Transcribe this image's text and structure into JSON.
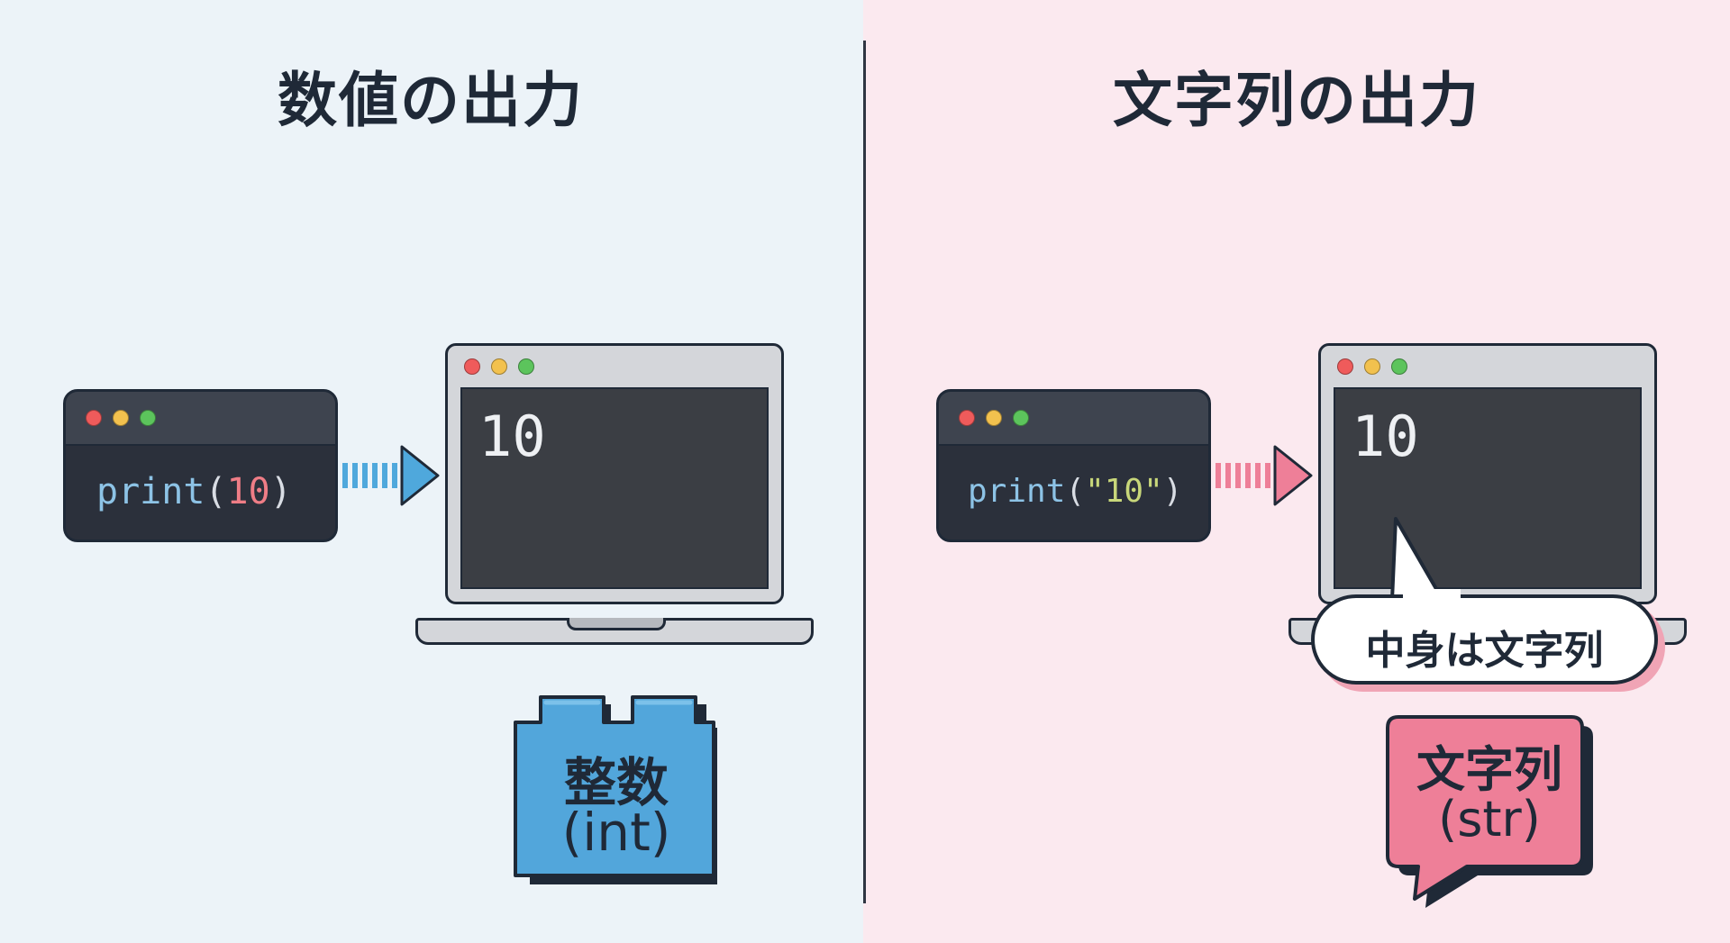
{
  "left": {
    "heading": "数値の出力",
    "code": {
      "fn": "print",
      "open": "(",
      "arg": "10",
      "close": ")"
    },
    "output": "10",
    "block": {
      "line1": "整数",
      "line2": "(int)"
    },
    "accent_color": "#4fa8dc"
  },
  "right": {
    "heading": "文字列の出力",
    "code": {
      "fn": "print",
      "open": "(",
      "arg": "\"10\"",
      "close": ")"
    },
    "output": "10",
    "bubble": "中身は文字列",
    "tag": {
      "line1": "文字列",
      "line2": "(str)"
    },
    "accent_color": "#ee7f98"
  },
  "colors": {
    "left_background": "#ecf3f8",
    "right_background": "#fbe9ef",
    "terminal": "#2b303b"
  },
  "icons": {
    "window_controls": "traffic-light-dots",
    "left_arrow": "arrow-right-icon",
    "right_arrow": "arrow-right-icon",
    "int_block": "lego-brick-icon",
    "str_tag": "speech-tag-icon"
  }
}
